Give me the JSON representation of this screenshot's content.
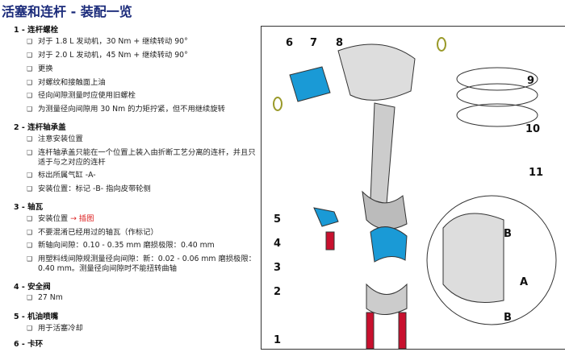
{
  "title": "活塞和连杆 - 装配一览",
  "sections": [
    {
      "heading": "1 - 连杆螺栓",
      "items": [
        "对于 1.8 L 发动机，30 Nm + 继续转动 90°",
        "对于 2.0 L 发动机，45 Nm + 继续转动 90°",
        "更换",
        "对螺纹和接触面上油",
        "径向间隙测量时应使用旧螺栓",
        "为测量径向间隙用 30 Nm 的力矩拧紧，但不用继续旋转"
      ]
    },
    {
      "heading": "2 - 连杆轴承盖",
      "items": [
        "注意安装位置",
        "连杆轴承盖只能在一个位置上装入由折断工艺分离的连杆，并且只适于与之对应的连杆",
        "标出所属气缸 -A-",
        "安装位置：标记 -B- 指向皮带轮侧"
      ]
    },
    {
      "heading": "3 - 轴瓦",
      "items": [
        "安装位置",
        "不要混淆已经用过的轴瓦（作标记）",
        "新轴向间隙：0.10 - 0.35 mm 磨损极限：0.40 mm",
        "用塑料线间隙规测量径向间隙：新：0.02 - 0.06 mm 磨损极限：0.40 mm。测量径向间隙时不能扭转曲轴"
      ],
      "link": "→ 插图"
    },
    {
      "heading": "4 - 安全阀",
      "items": [
        "27 Nm"
      ]
    },
    {
      "heading": "5 - 机油喷嘴",
      "items": [
        "用于活塞冷却"
      ]
    },
    {
      "heading": "6 - 卡环",
      "items": []
    }
  ],
  "diagram": {
    "labels": [
      "1",
      "2",
      "3",
      "4",
      "5",
      "6",
      "7",
      "8",
      "9",
      "10",
      "11",
      "A",
      "B",
      "B"
    ]
  },
  "colors": {
    "title": "#1a2a7a",
    "link": "#d22222",
    "sleeve": "#1a9ad6",
    "bolt": "#c8102e"
  }
}
